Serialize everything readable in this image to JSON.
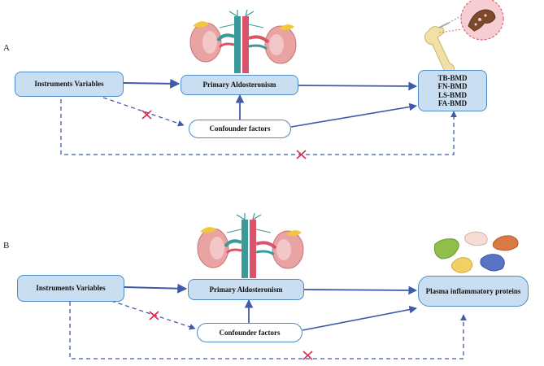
{
  "panels": [
    {
      "label": "A",
      "instruments": "Instruments Variables",
      "exposure": "Primary Aldosteronism",
      "confounder": "Confounder factors",
      "outcome_lines": [
        "TB-BMD",
        "FN-BMD",
        "LS-BMD",
        "FA-BMD"
      ]
    },
    {
      "label": "B",
      "instruments": "Instruments Variables",
      "exposure": "Primary Aldosteronism",
      "confounder": "Confounder factors",
      "outcome": "Plasma inflammatory proteins"
    }
  ],
  "colors": {
    "arrow": "#3f5aa6",
    "box_fill": "#c9def0",
    "box_border": "#4d8cc7",
    "cross": "#e0284a"
  },
  "icons": [
    "kidney-illustration",
    "bone-illustration",
    "bone-magnified-icon",
    "protein-illustration",
    "cross-mark-icon"
  ]
}
